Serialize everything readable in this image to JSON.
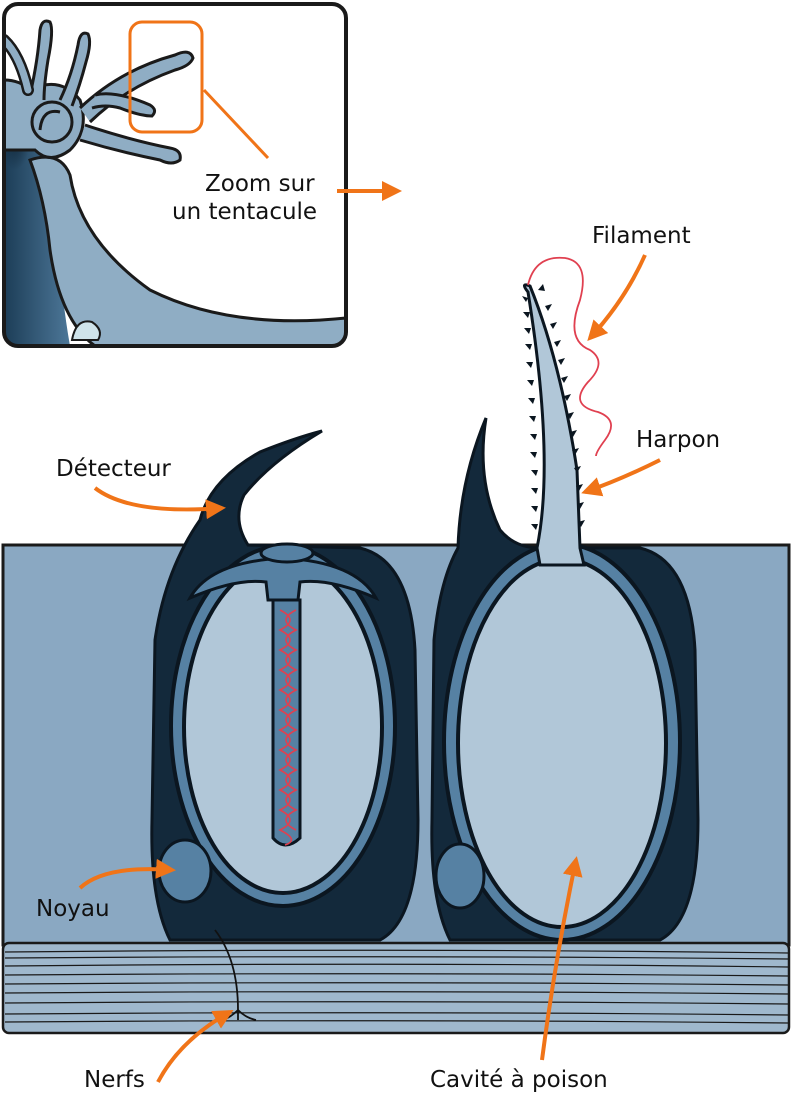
{
  "labels": {
    "zoom_line1": "Zoom sur",
    "zoom_line2": "un tentacule",
    "filament": "Filament",
    "harpon": "Harpon",
    "detecteur": "Détecteur",
    "noyau": "Noyau",
    "nerfs": "Nerfs",
    "cavite": "Cavité à poison"
  },
  "colors": {
    "arrow": "#f07418",
    "tissue_bg": "#8aa8c2",
    "tissue_band": "#9fb8cd",
    "cell_dark": "#13293b",
    "capsule_mid": "#5681a3",
    "capsule_light": "#b1c7d8",
    "filament": "#e04050",
    "inset_tentacle": "#8fadc4",
    "inset_dark": "#234a66"
  }
}
